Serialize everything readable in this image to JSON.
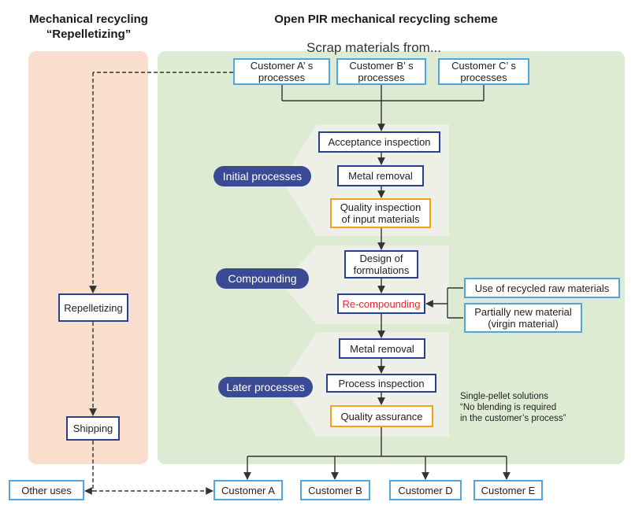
{
  "titles": {
    "left_line1": "Mechanical recycling",
    "left_line2": "“Repelletizing”",
    "right": "Open PIR mechanical recycling scheme"
  },
  "scrap_label": "Scrap materials from...",
  "customers_top": {
    "a_line1": "Customer A’ s",
    "a_line2": "processes",
    "b_line1": "Customer B’ s",
    "b_line2": "processes",
    "c_line1": "Customer C’ s",
    "c_line2": "processes"
  },
  "stages": {
    "initial": "Initial processes",
    "compounding": "Compounding",
    "later": "Later processes"
  },
  "steps": {
    "acceptance": "Acceptance inspection",
    "metal1": "Metal removal",
    "quality_input_1": "Quality inspection",
    "quality_input_2": "of input materials",
    "design_1": "Design of",
    "design_2": "formulations",
    "recompounding": "Re-compounding",
    "metal2": "Metal removal",
    "process_inspection": "Process inspection",
    "quality_assurance": "Quality assurance"
  },
  "inputs": {
    "recycled": "Use of recycled raw materials",
    "virgin_1": "Partially new material",
    "virgin_2": "(virgin material)"
  },
  "repelletizing": {
    "step": "Repelletizing",
    "shipping": "Shipping"
  },
  "note": {
    "line1": "Single-pellet solutions",
    "line2": "“No blending is required",
    "line3": "in the customer’s process”"
  },
  "outputs": {
    "other": "Other uses",
    "a": "Customer A",
    "b": "Customer B",
    "d": "Customer D",
    "e": "Customer E"
  },
  "colors": {
    "left_panel": "#f9ddcd",
    "right_panel": "#deebd3",
    "stage_pill": "#3b4a95",
    "navy_border": "#27408f",
    "light_border": "#4fa5dc",
    "orange_border": "#f2a11b",
    "recompounding_text": "#e0262a"
  }
}
